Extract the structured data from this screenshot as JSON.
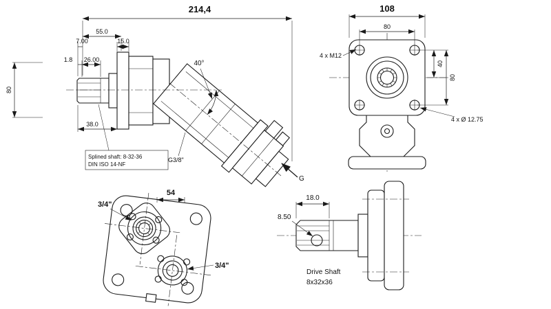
{
  "drawing": {
    "side": {
      "overall": "214,4",
      "d55": "55.0",
      "d7": "7.00",
      "d15": "15.0",
      "d1_8": "1.8",
      "d26": "26.00",
      "d80": "80",
      "d38": "38.0",
      "angle": "40°",
      "note1": "Splined shaft: 8-32-36",
      "note2": "DIN ISO 14-NF",
      "port": "G3/8\"",
      "g": "G"
    },
    "front": {
      "overall": "108",
      "boltspan": "80",
      "bolts": "4 x M12",
      "d40": "40",
      "d80": "80",
      "holes": "4 x Ø 12.75"
    },
    "ports": {
      "d54": "54",
      "p1": "3/4\"",
      "p2": "3/4\""
    },
    "shaft": {
      "d18": "18.0",
      "d8_5": "8.50",
      "label1": "Drive Shaft",
      "label2": "8x32x36"
    }
  }
}
